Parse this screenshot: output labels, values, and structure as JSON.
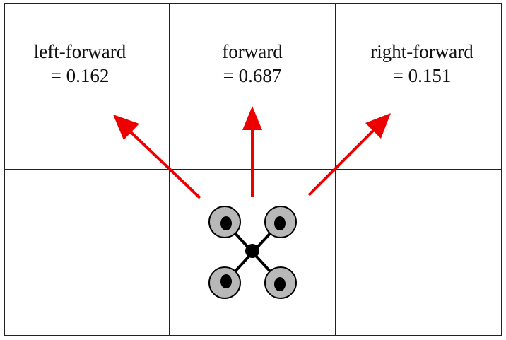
{
  "cells": [
    {
      "id": "left-forward",
      "line1": "left-forward",
      "line2": "= 0.162"
    },
    {
      "id": "forward",
      "line1": "forward",
      "line2": "= 0.687"
    },
    {
      "id": "right-forward",
      "line1": "right-forward",
      "line2": "= 0.151"
    }
  ],
  "colors": {
    "arrow": "#ee0000",
    "grid": "#222222",
    "rotor_fill": "#b8b8b8",
    "drone": "#000000"
  },
  "icons": {
    "drone": "quadcopter-icon",
    "arrow": "direction-arrow"
  }
}
